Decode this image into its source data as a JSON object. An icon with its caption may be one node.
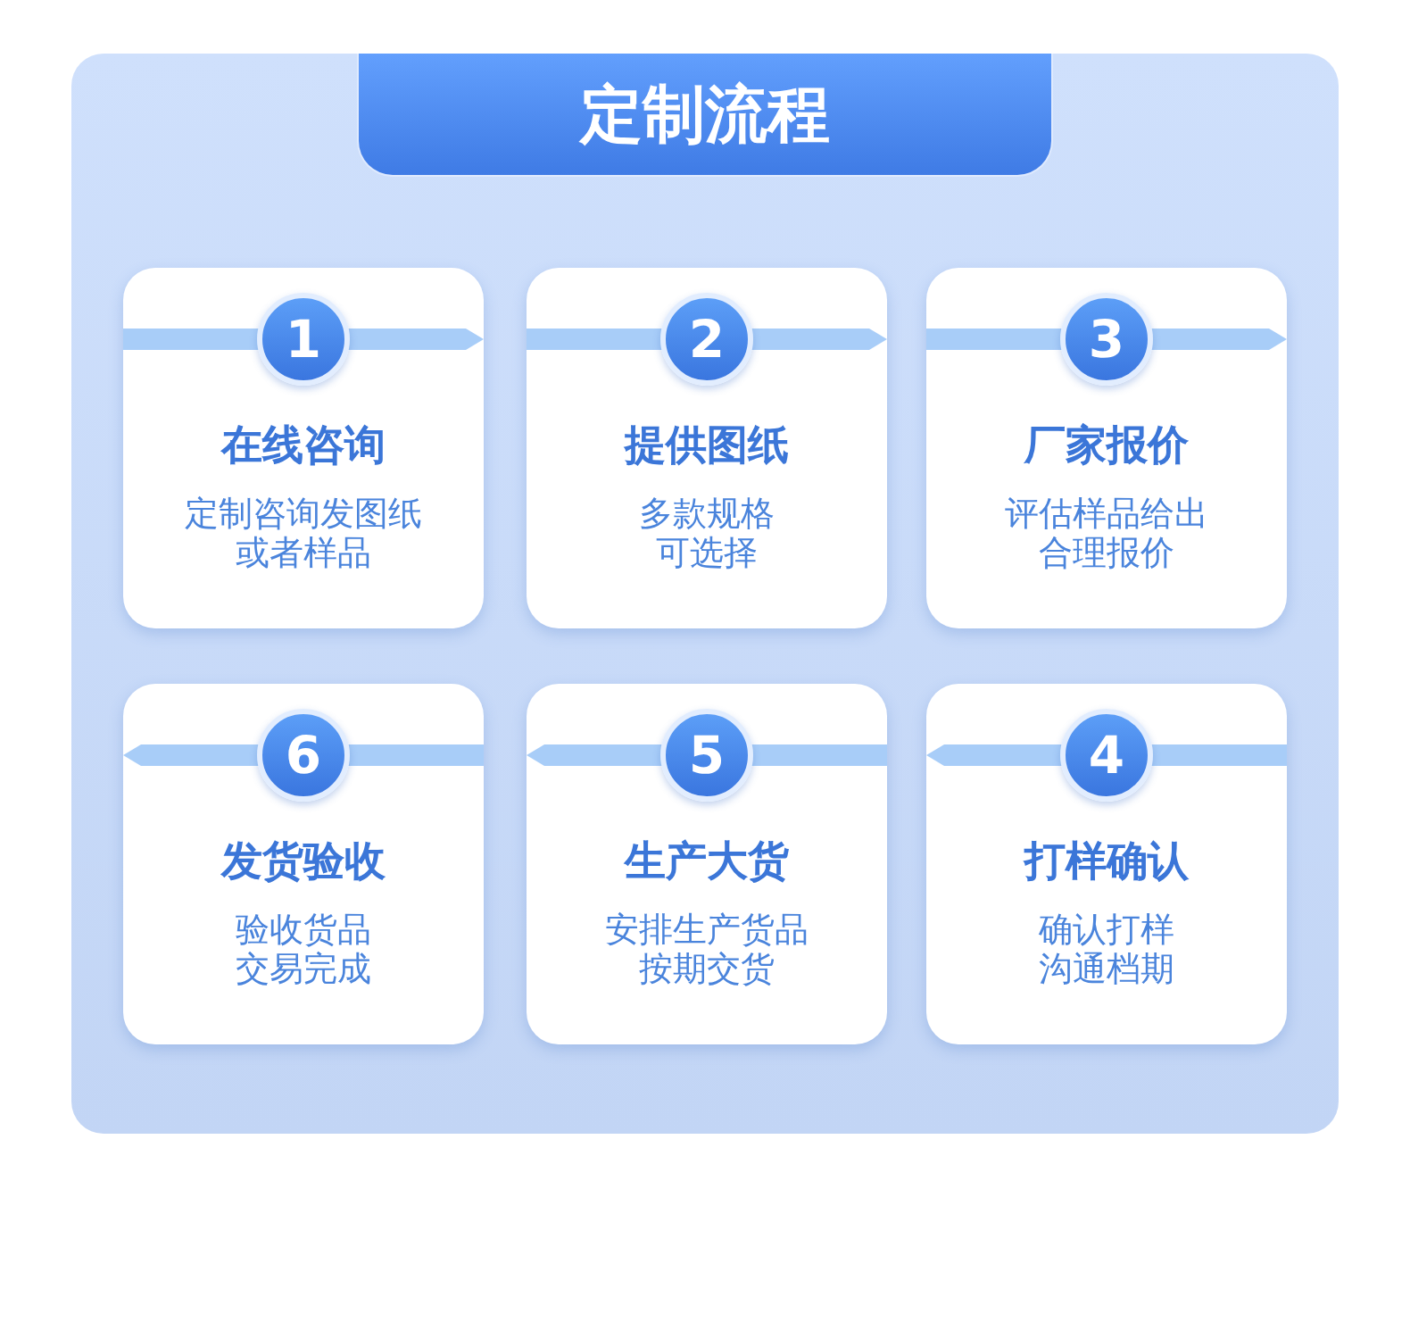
{
  "diagram": {
    "title": "定制流程",
    "nodes": [
      {
        "text": [
          "在线咨询",
          "定制咨询发图纸或者样品"
        ]
      },
      {
        "text": [
          "1"
        ],
        "in": 0
      },
      {
        "text": [
          "提供图纸",
          "多款规格可选择"
        ]
      },
      {
        "text": [
          "2"
        ],
        "in": 2
      },
      {
        "text": [
          "厂家报价",
          "评估样品给出合理报价"
        ]
      },
      {
        "text": [
          "3"
        ],
        "in": 4
      },
      {
        "text": [
          "发货验收",
          "验收货品交易完成"
        ]
      },
      {
        "text": [
          "6"
        ],
        "in": 6
      },
      {
        "text": [
          "生产大货",
          "安排生产货品按期交货"
        ]
      },
      {
        "text": [
          "5"
        ],
        "in": 8
      },
      {
        "text": [
          "打样确认",
          "确认打样沟通档期"
        ]
      },
      {
        "text": [
          "4"
        ],
        "in": 10
      }
    ]
  }
}
